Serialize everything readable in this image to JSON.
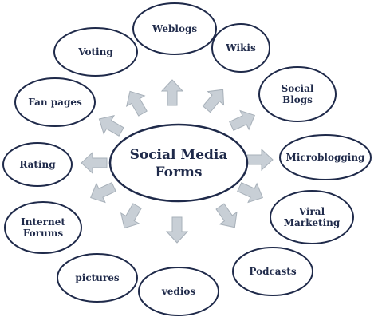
{
  "center": {
    "lines": [
      "Social Media",
      "Forms"
    ]
  },
  "nodes": [
    {
      "id": "weblogs",
      "lines": [
        "Weblogs"
      ]
    },
    {
      "id": "wikis",
      "lines": [
        "Wikis"
      ]
    },
    {
      "id": "social-blogs",
      "lines": [
        "Social",
        "Blogs"
      ]
    },
    {
      "id": "microblogging",
      "lines": [
        "Microblogging"
      ]
    },
    {
      "id": "viral-marketing",
      "lines": [
        "Viral",
        "Marketing"
      ]
    },
    {
      "id": "podcasts",
      "lines": [
        "Podcasts"
      ]
    },
    {
      "id": "vedios",
      "lines": [
        "vedios"
      ]
    },
    {
      "id": "pictures",
      "lines": [
        "pictures"
      ]
    },
    {
      "id": "internet-forums",
      "lines": [
        "Internet",
        "Forums"
      ]
    },
    {
      "id": "rating",
      "lines": [
        "Rating"
      ]
    },
    {
      "id": "fan-pages",
      "lines": [
        "Fan pages"
      ]
    },
    {
      "id": "voting",
      "lines": [
        "Voting"
      ]
    }
  ],
  "colors": {
    "ellipse_stroke": "#1f2a4a",
    "ellipse_fill": "#ffffff",
    "arrow_fill": "#c8cfd6",
    "arrow_stroke": "#a7b0b9",
    "text": "#1f2a4a"
  }
}
